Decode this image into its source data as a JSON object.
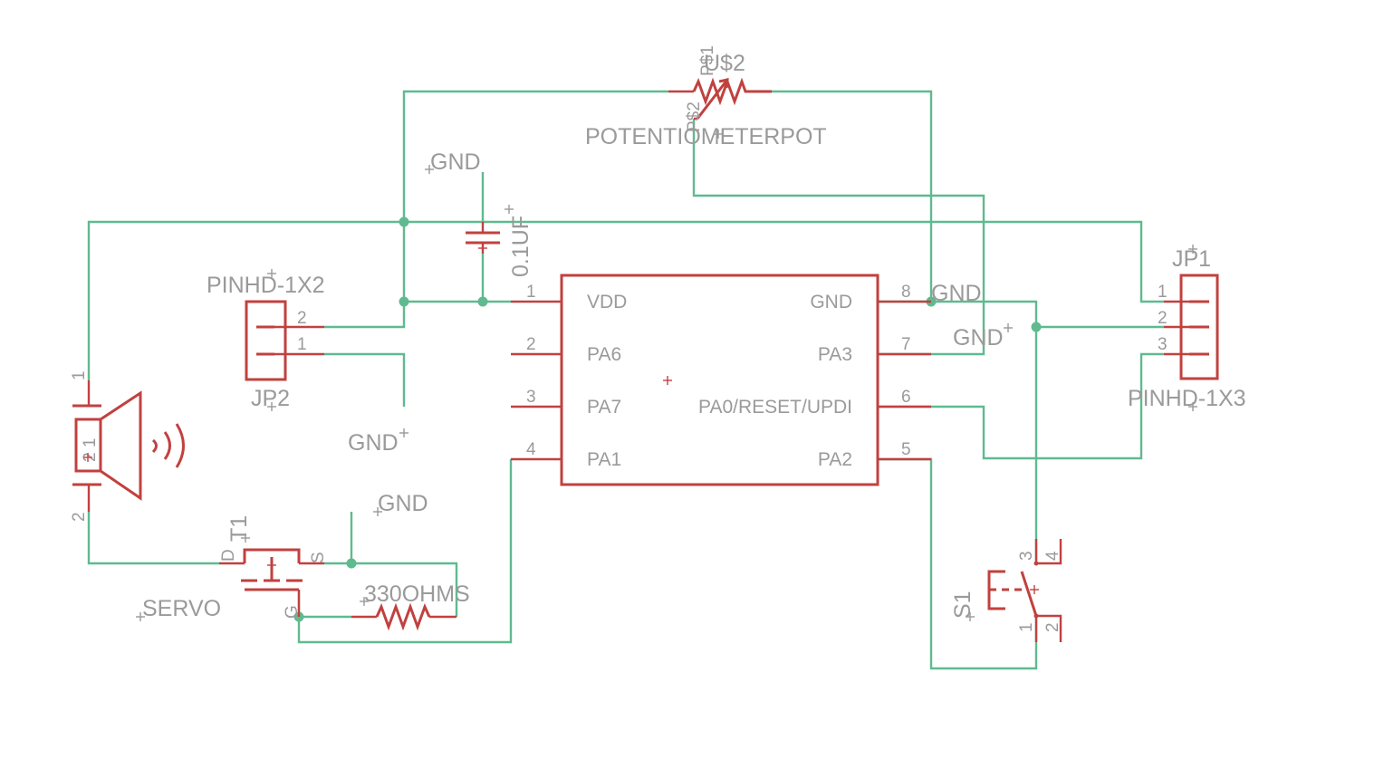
{
  "ic": {
    "left_pins": [
      {
        "num": "1",
        "name": "VDD"
      },
      {
        "num": "2",
        "name": "PA6"
      },
      {
        "num": "3",
        "name": "PA7"
      },
      {
        "num": "4",
        "name": "PA1"
      }
    ],
    "right_pins": [
      {
        "num": "8",
        "name": "GND"
      },
      {
        "num": "7",
        "name": "PA3"
      },
      {
        "num": "6",
        "name": "PA0/RESET/UPDI"
      },
      {
        "num": "5",
        "name": "PA2"
      }
    ]
  },
  "potentiometer": {
    "name": "U$2",
    "value": "POTENTIOMETERPOT",
    "pin_a": "P$1",
    "pin_b": "P$2"
  },
  "capacitor": {
    "value": "0.1UF"
  },
  "jp2": {
    "name": "JP2",
    "value": "PINHD-1X2",
    "pins": [
      "2",
      "1"
    ]
  },
  "jp1": {
    "name": "JP1",
    "value": "PINHD-1X3",
    "pins": [
      "1",
      "2",
      "3"
    ]
  },
  "speaker": {
    "pin_top": "1",
    "pin_bottom": "2",
    "inner": "2 1"
  },
  "transistor": {
    "name": "T1",
    "d": "D",
    "s": "S",
    "g": "G"
  },
  "servo": {
    "label": "SERVO"
  },
  "resistor": {
    "value": "330OHMS"
  },
  "switch": {
    "name": "S1",
    "pins": [
      "3",
      "4",
      "1",
      "2"
    ]
  },
  "gnd": {
    "top": "GND",
    "pin8": "GND",
    "right": "GND",
    "left": "GND",
    "fet": "GND"
  },
  "colors": {
    "wire": "#5fba90",
    "part": "#c1413f",
    "label": "#9a9a9a"
  }
}
